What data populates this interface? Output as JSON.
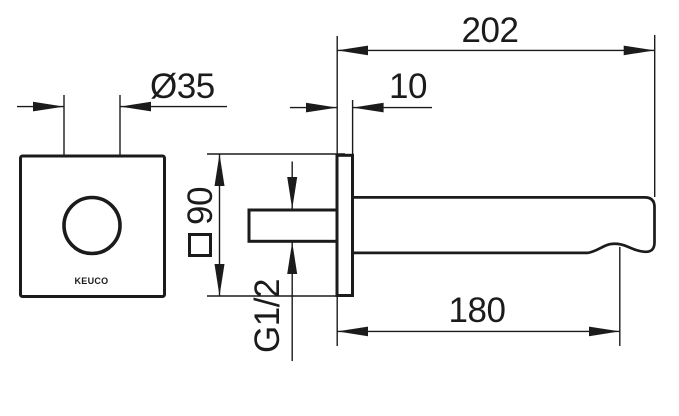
{
  "colors": {
    "line": "#1b1b1b",
    "background": "#ffffff"
  },
  "brand": {
    "logo_text": "KEUCO"
  },
  "labels": {
    "dim_total_length": "202",
    "dim_plate_depth": "10",
    "dim_diameter": "Ø35",
    "dim_plate_size": "90",
    "dim_thread": "G1/2",
    "dim_outlet_distance": "180"
  },
  "symbols": {
    "plate_shape": "□ (square indicator before 90)"
  }
}
